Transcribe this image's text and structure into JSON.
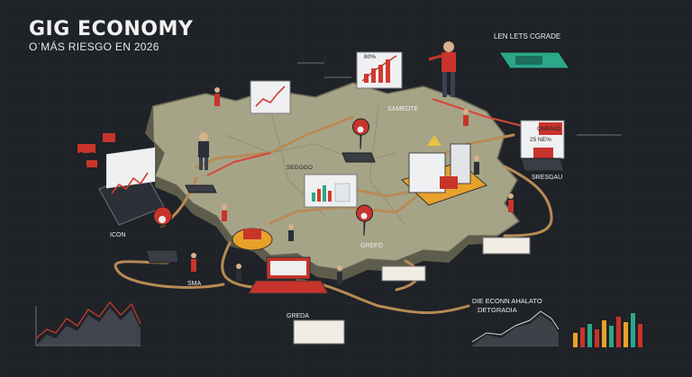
{
  "header": {
    "title": "GIG ECONOMY",
    "subtitle": "O͘ MÁS RIESGO EN 2026"
  },
  "labels": {
    "icon_label": "ICON",
    "sameote": "SAMEOTE",
    "segggo": "SEGGGO",
    "greda": "GREDA",
    "sresgau": "SRESGAU",
    "len_lets_cgrade": "LEN LETS CGRADE",
    "die_econn": "DIE ECONN AHALATO",
    "detgradia": "DETGRADIA",
    "qmenio": "QMENIO",
    "grefo": "GREFO",
    "sma": "SMA",
    "pct_80": "80%",
    "pct_25": "25 NE%"
  },
  "colors": {
    "background": "#1f2227",
    "map": "#a7a58a",
    "route": "#b98a55",
    "red": "#c8342b",
    "orange": "#e8a22a",
    "teal": "#2ba78a"
  },
  "icons": [
    "map-pin-icon",
    "truck-icon",
    "delivery-box-icon",
    "worker-figure-icon",
    "chart-icon",
    "laptop-icon",
    "warehouse-icon"
  ]
}
